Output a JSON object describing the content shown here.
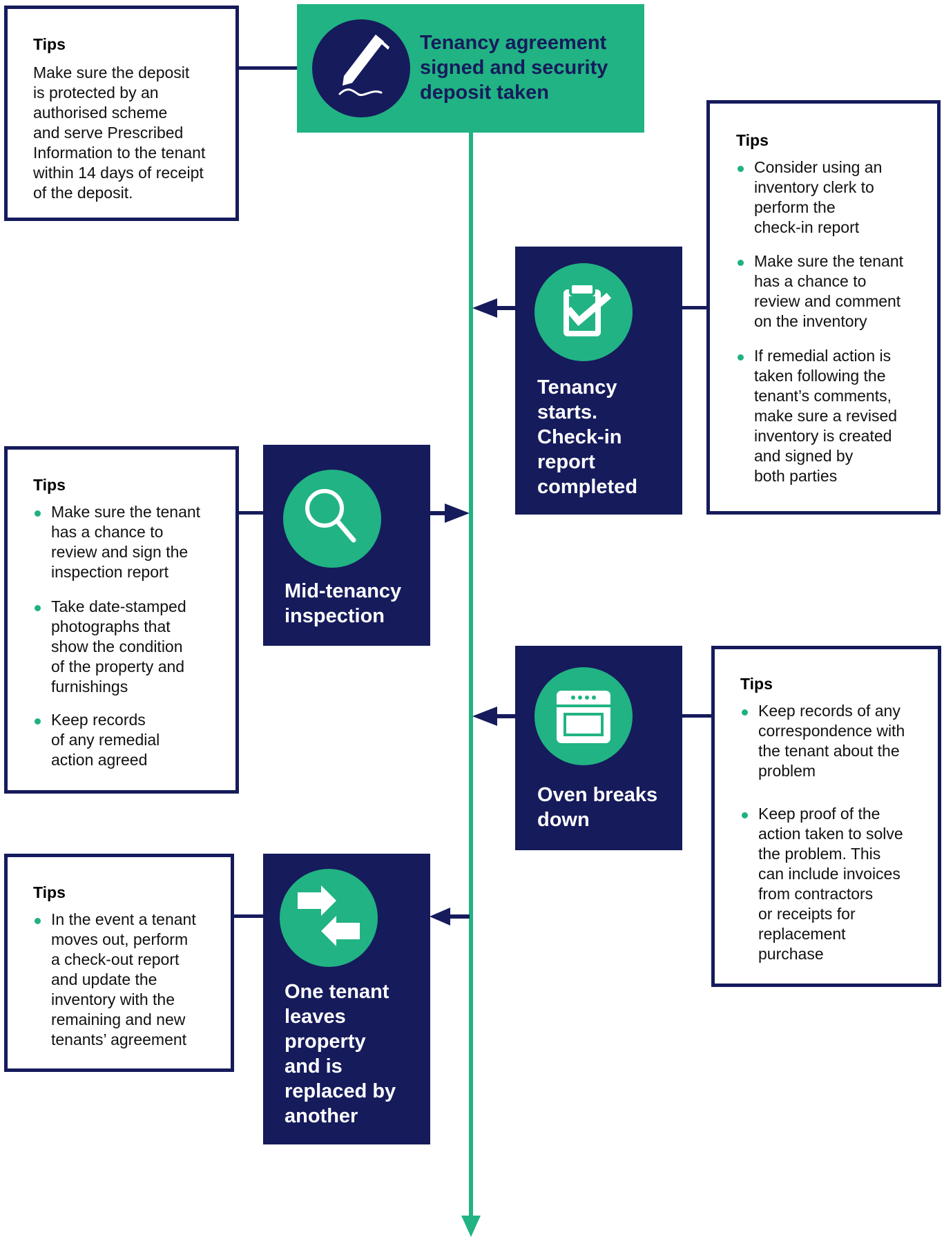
{
  "colors": {
    "navy": "#161b5c",
    "green": "#21b383",
    "bullet": "#1fb182"
  },
  "timeline_events": [
    {
      "label": "Tenancy agreement signed and security deposit taken",
      "icon": "pen-signature-icon"
    },
    {
      "label": "Tenancy starts. Check-in report completed",
      "icon": "clipboard-check-icon"
    },
    {
      "label": "Mid-tenancy inspection",
      "icon": "magnifier-icon"
    },
    {
      "label": "Oven breaks down",
      "icon": "oven-icon"
    },
    {
      "label": "One tenant leaves property and is replaced by another",
      "icon": "swap-arrows-icon"
    }
  ],
  "tips_1": {
    "title": "Tips",
    "text": "Make sure the deposit\nis protected by an\nauthorised scheme\nand serve Prescribed\nInformation to the tenant\nwithin 14 days of receipt\nof the deposit."
  },
  "tips_2": {
    "title": "Tips",
    "bullets": [
      "Consider using an\ninventory clerk to\nperform the\ncheck-in report",
      "Make sure the tenant\nhas a chance to\nreview and comment\non the inventory",
      "If remedial action is\ntaken following the\ntenant’s comments,\nmake sure a revised\ninventory is created\nand signed by\nboth parties"
    ]
  },
  "tips_3": {
    "title": "Tips",
    "bullets": [
      "Make sure the tenant\nhas a chance to\nreview and sign the\ninspection report",
      "Take date-stamped\nphotographs that\nshow the condition\nof the property and\nfurnishings",
      "Keep records\nof any remedial\naction agreed"
    ]
  },
  "tips_4": {
    "title": "Tips",
    "bullets": [
      "Keep records of any\ncorrespondence with\nthe tenant about the\nproblem",
      "Keep proof of the\naction taken to solve\nthe problem. This\ncan include invoices\nfrom contractors\nor receipts for\nreplacement\npurchase"
    ]
  },
  "tips_5": {
    "title": "Tips",
    "bullets": [
      "In the event a tenant\nmoves out, perform\na check-out report\nand update the\ninventory with the\nremaining and new\ntenants’ agreement"
    ]
  },
  "step_labels": {
    "s1": "Tenancy agreement\nsigned and security\ndeposit taken",
    "s2": "Tenancy\nstarts.\nCheck-in\nreport\ncompleted",
    "s3": "Mid-tenancy\ninspection",
    "s4": "Oven breaks\ndown",
    "s5": "One tenant\nleaves\nproperty\nand is\nreplaced by\nanother"
  }
}
